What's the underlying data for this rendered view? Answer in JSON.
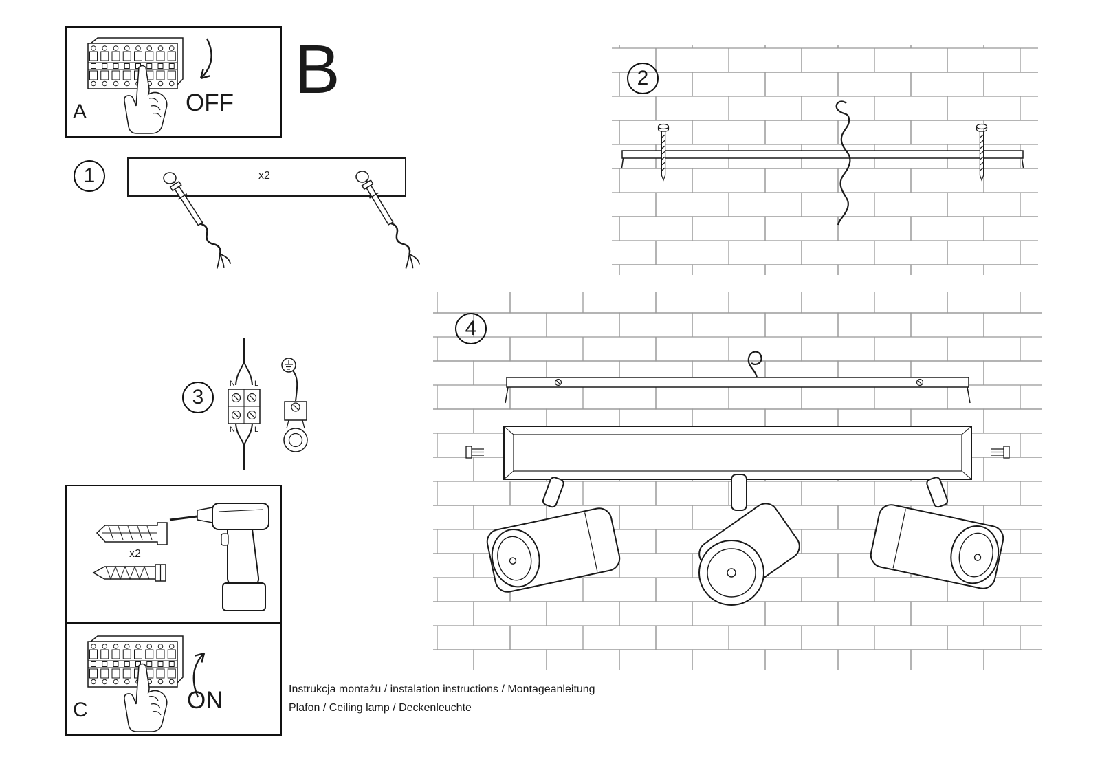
{
  "panel_a": {
    "label": "A",
    "state": "OFF"
  },
  "panel_b": {
    "label": "B"
  },
  "panel_c": {
    "label": "C",
    "state": "ON"
  },
  "step1": {
    "number": "1",
    "qty": "x2"
  },
  "step2": {
    "number": "2"
  },
  "step3": {
    "number": "3",
    "n_top": "N",
    "l_top": "L",
    "n_bottom": "N",
    "l_bottom": "L"
  },
  "step4": {
    "number": "4"
  },
  "tools": {
    "qty": "x2"
  },
  "footer": {
    "line1": "Instrukcja montażu / instalation instructions / Montageanleitung",
    "line2": "Plafon / Ceiling lamp / Deckenleuchte"
  },
  "colors": {
    "line": "#1a1a1a",
    "brick_outline": "#9b9b9b",
    "background": "#ffffff"
  }
}
